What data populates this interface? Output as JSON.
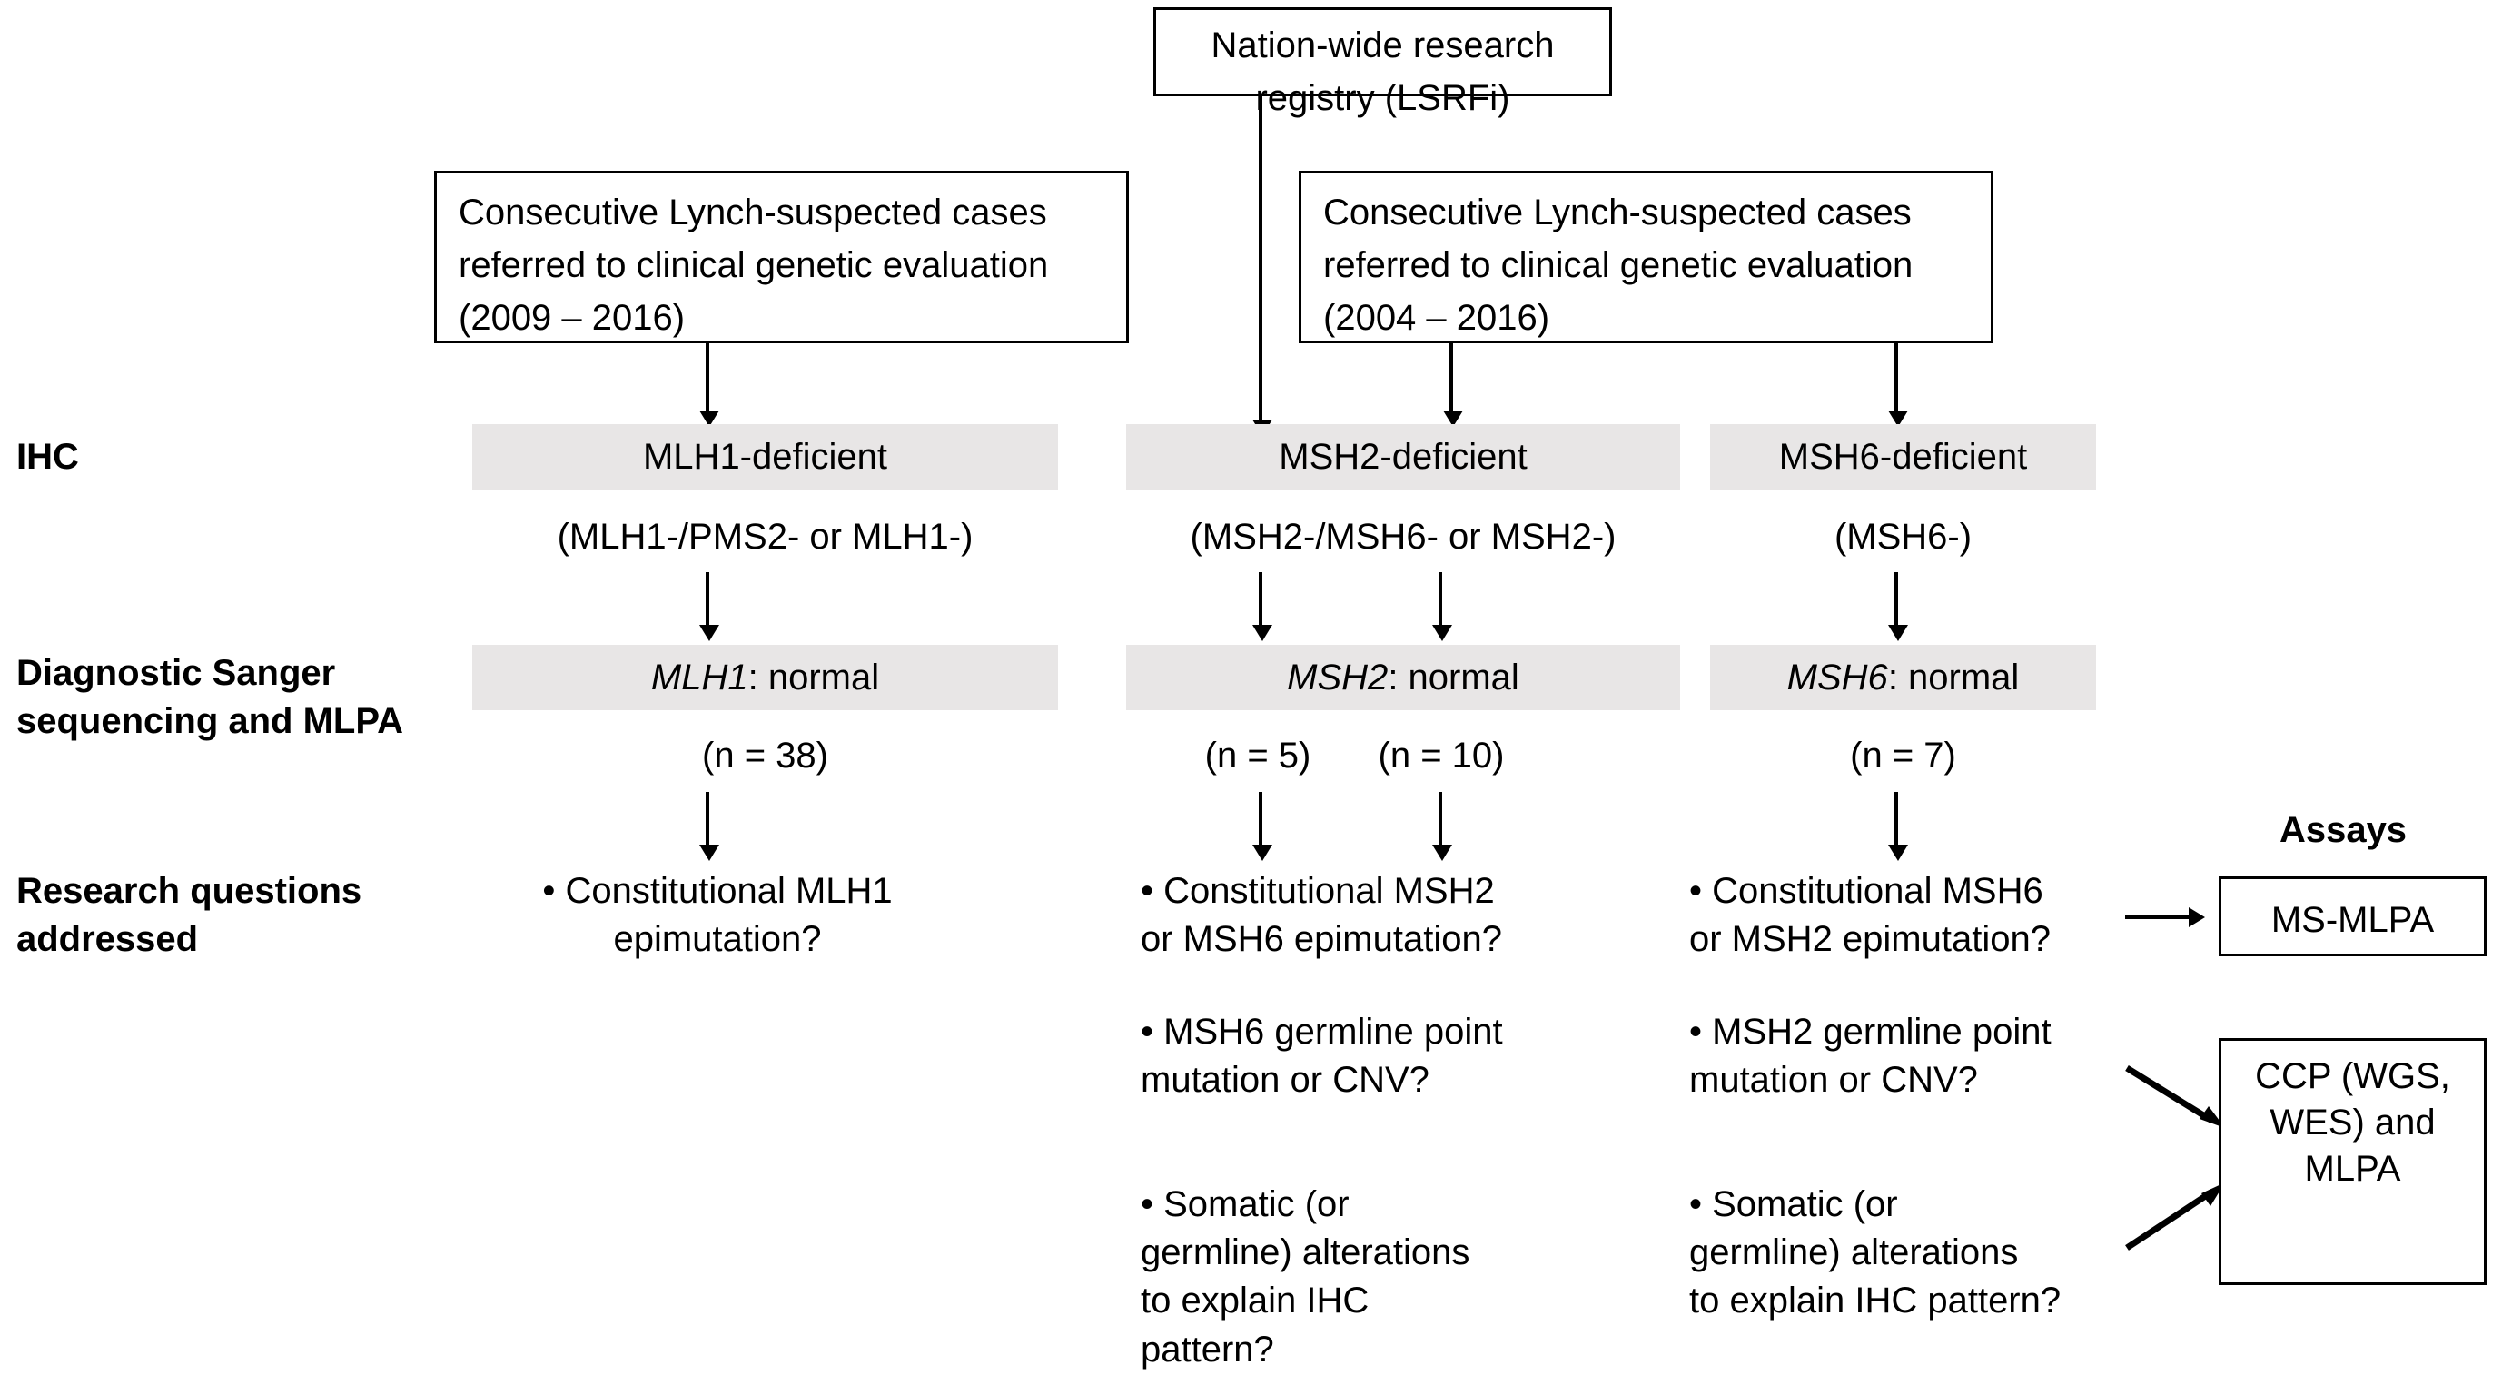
{
  "diagram": {
    "title": "Lynch syndrome diagnostic workflow flowchart",
    "colors": {
      "shaded_box_fill": "#e8e6e6",
      "outline": "#000000",
      "background": "#ffffff",
      "text": "#000000"
    },
    "sources": {
      "registry": "Nation-wide research\nregistry (LSRFi)",
      "cohort_left": "Consecutive Lynch-suspected\ncases referred to clinical genetic\nevaluation (2009 – 2016)",
      "cohort_right": "Consecutive Lynch-suspected\ncases referred to clinical genetic\nevaluation (2004 – 2016)"
    },
    "row_labels": {
      "ihc": "IHC",
      "sanger": "Diagnostic Sanger\nsequencing and MLPA",
      "research": "Research questions\naddressed",
      "assays": "Assays"
    },
    "ihc_row": [
      {
        "box": "MLH1-deficient",
        "note": "(MLH1-/PMS2- or MLH1-)"
      },
      {
        "box": "MSH2-deficient",
        "note": "(MSH2-/MSH6- or MSH2-)"
      },
      {
        "box": "MSH6-deficient",
        "note": "(MSH6-)"
      }
    ],
    "sanger_row": [
      {
        "gene": "MLH1",
        "result": ": normal",
        "counts": [
          "(n = 38)"
        ]
      },
      {
        "gene": "MSH2",
        "result": ": normal",
        "counts": [
          "(n = 5)",
          "(n = 10)"
        ]
      },
      {
        "gene": "MSH6",
        "result": ": normal",
        "counts": [
          "(n = 7)"
        ]
      }
    ],
    "research_questions": {
      "column_mlh1": [
        "• Constitutional MLH1\nepimutation?"
      ],
      "column_msh2": [
        "• Constitutional MSH2\nor MSH6 epimutation?",
        "• MSH6 germline point\nmutation or CNV?",
        "• Somatic (or\ngermline) alterations\nto explain IHC pattern?"
      ],
      "column_msh6": [
        "• Constitutional MSH6\nor MSH2 epimutation?",
        "• MSH2 germline point\nmutation or CNV?",
        "• Somatic (or\ngermline) alterations\nto explain IHC pattern?"
      ]
    },
    "assay_boxes": [
      {
        "label": "MS-MLPA"
      },
      {
        "label": "CCP\n(WGS,\nWES)\nand MLPA"
      }
    ]
  }
}
